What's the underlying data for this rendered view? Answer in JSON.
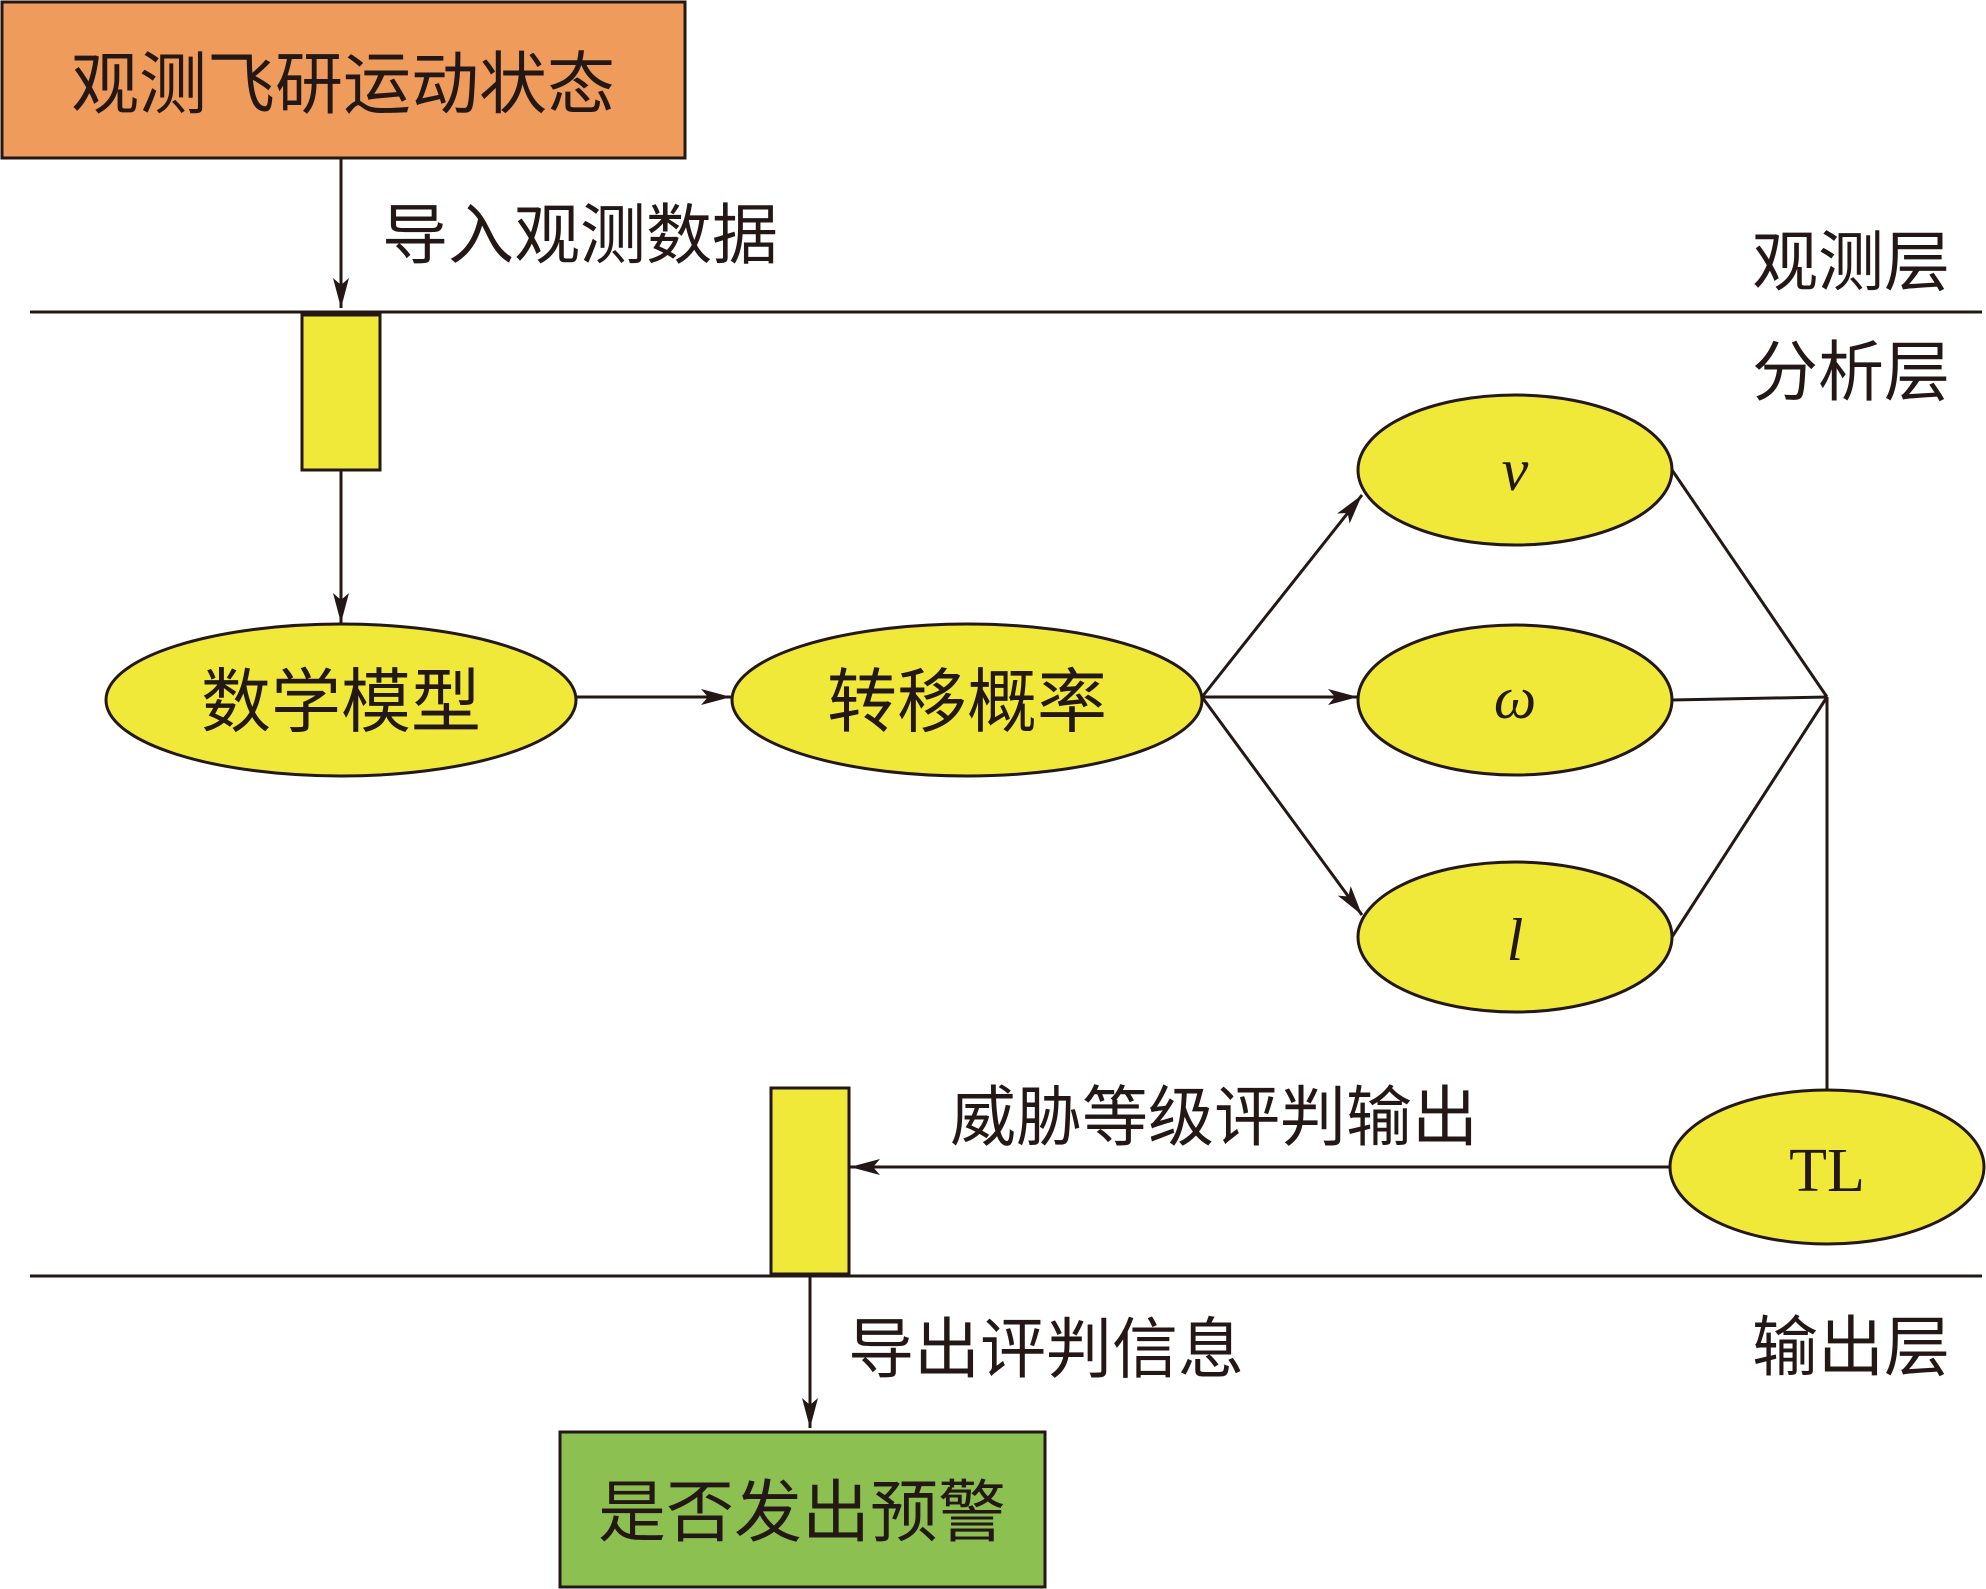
{
  "layers": {
    "observation": "观测层",
    "analysis": "分析层",
    "output": "输出层"
  },
  "boxes": {
    "start": "观测飞研运动状态",
    "end": "是否发出预警"
  },
  "edges": {
    "import": "导入观测数据",
    "threat": "威胁等级评判输出",
    "export": "导出评判信息"
  },
  "nodes": {
    "model": "数学模型",
    "transition": "转移概率",
    "v": "v",
    "omega": "ω",
    "l": "l",
    "tl": "TL"
  },
  "colors": {
    "start_fill": "#EE9B5B",
    "end_fill": "#8CC152",
    "node_fill": "#F0E93A",
    "stroke": "#231815"
  }
}
